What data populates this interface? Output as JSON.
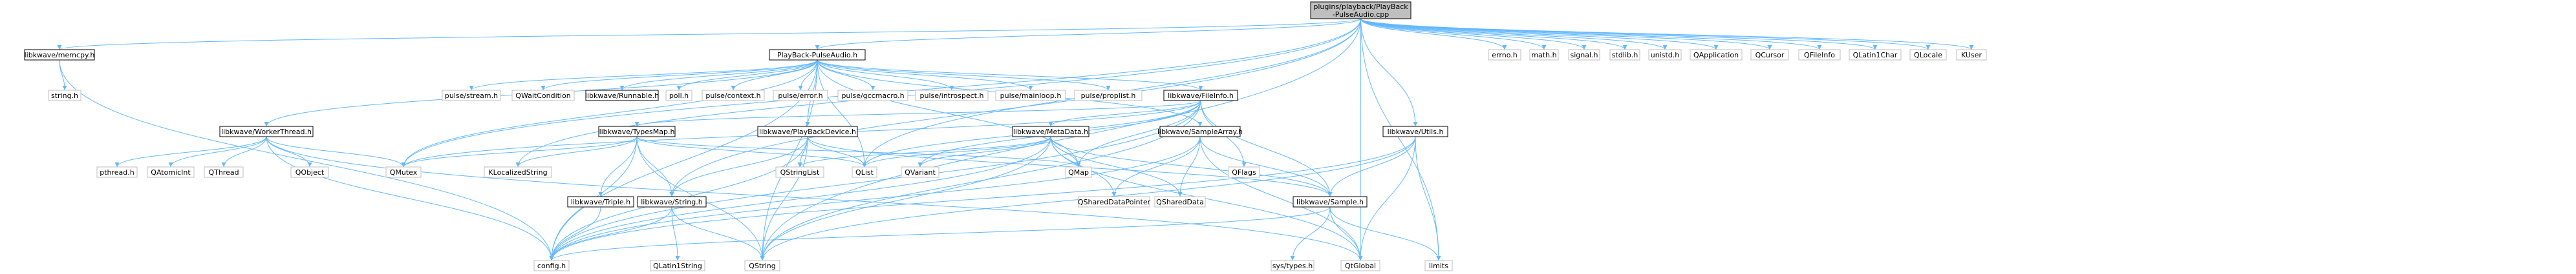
{
  "graph": {
    "nodes": [
      {
        "id": "root",
        "lines": [
          "plugins/playback/PlayBack",
          "-PulseAudio.cpp"
        ],
        "kind": "root"
      },
      {
        "id": "memcpy",
        "lines": [
          "libkwave/memcpy.h"
        ],
        "kind": "doc"
      },
      {
        "id": "string_h",
        "lines": [
          "string.h"
        ],
        "kind": "ext"
      },
      {
        "id": "pbpa",
        "lines": [
          "PlayBack-PulseAudio.h"
        ],
        "kind": "doc"
      },
      {
        "id": "worker",
        "lines": [
          "libkwave/WorkerThread.h"
        ],
        "kind": "doc"
      },
      {
        "id": "pthread",
        "lines": [
          "pthread.h"
        ],
        "kind": "ext"
      },
      {
        "id": "qatomic",
        "lines": [
          "QAtomicInt"
        ],
        "kind": "ext"
      },
      {
        "id": "qthread",
        "lines": [
          "QThread"
        ],
        "kind": "ext"
      },
      {
        "id": "qobject",
        "lines": [
          "QObject"
        ],
        "kind": "ext"
      },
      {
        "id": "qmutex",
        "lines": [
          "QMutex"
        ],
        "kind": "ext"
      },
      {
        "id": "pstream",
        "lines": [
          "pulse/stream.h"
        ],
        "kind": "ext"
      },
      {
        "id": "qwait",
        "lines": [
          "QWaitCondition"
        ],
        "kind": "ext"
      },
      {
        "id": "runnable",
        "lines": [
          "libkwave/Runnable.h"
        ],
        "kind": "doc"
      },
      {
        "id": "poll",
        "lines": [
          "poll.h"
        ],
        "kind": "ext"
      },
      {
        "id": "pcontext",
        "lines": [
          "pulse/context.h"
        ],
        "kind": "ext"
      },
      {
        "id": "perror",
        "lines": [
          "pulse/error.h"
        ],
        "kind": "ext"
      },
      {
        "id": "pgcc",
        "lines": [
          "pulse/gccmacro.h"
        ],
        "kind": "ext"
      },
      {
        "id": "pintro",
        "lines": [
          "pulse/introspect.h"
        ],
        "kind": "ext"
      },
      {
        "id": "pmain",
        "lines": [
          "pulse/mainloop.h"
        ],
        "kind": "ext"
      },
      {
        "id": "pprop",
        "lines": [
          "pulse/proplist.h"
        ],
        "kind": "ext"
      },
      {
        "id": "fileinfo",
        "lines": [
          "libkwave/FileInfo.h"
        ],
        "kind": "doc"
      },
      {
        "id": "typesmap",
        "lines": [
          "libkwave/TypesMap.h"
        ],
        "kind": "doc"
      },
      {
        "id": "pbdevice",
        "lines": [
          "libkwave/PlayBackDevice.h"
        ],
        "kind": "doc"
      },
      {
        "id": "metadata",
        "lines": [
          "libkwave/MetaData.h"
        ],
        "kind": "doc"
      },
      {
        "id": "samplearr",
        "lines": [
          "libkwave/SampleArray.h"
        ],
        "kind": "doc"
      },
      {
        "id": "qflags",
        "lines": [
          "QFlags"
        ],
        "kind": "ext"
      },
      {
        "id": "klocal",
        "lines": [
          "KLocalizedString"
        ],
        "kind": "ext"
      },
      {
        "id": "triple",
        "lines": [
          "libkwave/Triple.h"
        ],
        "kind": "doc"
      },
      {
        "id": "kstring",
        "lines": [
          "libkwave/String.h"
        ],
        "kind": "doc"
      },
      {
        "id": "qstringlist",
        "lines": [
          "QStringList"
        ],
        "kind": "ext"
      },
      {
        "id": "qlist",
        "lines": [
          "QList"
        ],
        "kind": "ext"
      },
      {
        "id": "qvariant",
        "lines": [
          "QVariant"
        ],
        "kind": "ext"
      },
      {
        "id": "qmap",
        "lines": [
          "QMap"
        ],
        "kind": "ext"
      },
      {
        "id": "qshptr",
        "lines": [
          "QSharedDataPointer"
        ],
        "kind": "ext"
      },
      {
        "id": "qshdata",
        "lines": [
          "QSharedData"
        ],
        "kind": "ext"
      },
      {
        "id": "sample",
        "lines": [
          "libkwave/Sample.h"
        ],
        "kind": "doc"
      },
      {
        "id": "utils",
        "lines": [
          "libkwave/Utils.h"
        ],
        "kind": "doc"
      },
      {
        "id": "config",
        "lines": [
          "config.h"
        ],
        "kind": "ext"
      },
      {
        "id": "qlatin1",
        "lines": [
          "QLatin1String"
        ],
        "kind": "ext"
      },
      {
        "id": "qstring",
        "lines": [
          "QString"
        ],
        "kind": "ext"
      },
      {
        "id": "systypes",
        "lines": [
          "sys/types.h"
        ],
        "kind": "ext"
      },
      {
        "id": "qglobal",
        "lines": [
          "QtGlobal"
        ],
        "kind": "ext"
      },
      {
        "id": "limits",
        "lines": [
          "limits"
        ],
        "kind": "ext"
      },
      {
        "id": "errno",
        "lines": [
          "errno.h"
        ],
        "kind": "ext"
      },
      {
        "id": "math",
        "lines": [
          "math.h"
        ],
        "kind": "ext"
      },
      {
        "id": "signal",
        "lines": [
          "signal.h"
        ],
        "kind": "ext"
      },
      {
        "id": "stdlib",
        "lines": [
          "stdlib.h"
        ],
        "kind": "ext"
      },
      {
        "id": "unistd",
        "lines": [
          "unistd.h"
        ],
        "kind": "ext"
      },
      {
        "id": "qapp",
        "lines": [
          "QApplication"
        ],
        "kind": "ext"
      },
      {
        "id": "qcursor",
        "lines": [
          "QCursor"
        ],
        "kind": "ext"
      },
      {
        "id": "qfileinfo",
        "lines": [
          "QFileInfo"
        ],
        "kind": "ext"
      },
      {
        "id": "qlatin1char",
        "lines": [
          "QLatin1Char"
        ],
        "kind": "ext"
      },
      {
        "id": "qlocale",
        "lines": [
          "QLocale"
        ],
        "kind": "ext"
      },
      {
        "id": "kuser",
        "lines": [
          "KUser"
        ],
        "kind": "ext"
      }
    ],
    "edges": [
      [
        "root",
        "memcpy"
      ],
      [
        "root",
        "pbpa"
      ],
      [
        "root",
        "klocal"
      ],
      [
        "root",
        "kstring"
      ],
      [
        "root",
        "utils"
      ],
      [
        "root",
        "errno"
      ],
      [
        "root",
        "math"
      ],
      [
        "root",
        "signal"
      ],
      [
        "root",
        "stdlib"
      ],
      [
        "root",
        "unistd"
      ],
      [
        "root",
        "qapp"
      ],
      [
        "root",
        "qcursor"
      ],
      [
        "root",
        "qfileinfo"
      ],
      [
        "root",
        "qlatin1char"
      ],
      [
        "root",
        "qlocale"
      ],
      [
        "root",
        "kuser"
      ],
      [
        "root",
        "qglobal"
      ],
      [
        "root",
        "limits"
      ],
      [
        "root",
        "qmutex"
      ],
      [
        "root",
        "qlist"
      ],
      [
        "root",
        "qstring"
      ],
      [
        "memcpy",
        "string_h"
      ],
      [
        "memcpy",
        "config"
      ],
      [
        "pbpa",
        "worker"
      ],
      [
        "pbpa",
        "pstream"
      ],
      [
        "pbpa",
        "qwait"
      ],
      [
        "pbpa",
        "runnable"
      ],
      [
        "pbpa",
        "poll"
      ],
      [
        "pbpa",
        "pcontext"
      ],
      [
        "pbpa",
        "perror"
      ],
      [
        "pbpa",
        "pgcc"
      ],
      [
        "pbpa",
        "pintro"
      ],
      [
        "pbpa",
        "pmain"
      ],
      [
        "pbpa",
        "pprop"
      ],
      [
        "pbpa",
        "fileinfo"
      ],
      [
        "pbpa",
        "pbdevice"
      ],
      [
        "pbpa",
        "samplearr"
      ],
      [
        "pbpa",
        "qmutex"
      ],
      [
        "pbpa",
        "qlist"
      ],
      [
        "pbpa",
        "qstring"
      ],
      [
        "pbpa",
        "qmap"
      ],
      [
        "pbpa",
        "config"
      ],
      [
        "worker",
        "pthread"
      ],
      [
        "worker",
        "qatomic"
      ],
      [
        "worker",
        "qthread"
      ],
      [
        "worker",
        "qobject"
      ],
      [
        "worker",
        "qmutex"
      ],
      [
        "worker",
        "config"
      ],
      [
        "worker",
        "qglobal"
      ],
      [
        "fileinfo",
        "typesmap"
      ],
      [
        "fileinfo",
        "metadata"
      ],
      [
        "fileinfo",
        "qflags"
      ],
      [
        "fileinfo",
        "qlist"
      ],
      [
        "fileinfo",
        "qmap"
      ],
      [
        "fileinfo",
        "qstring"
      ],
      [
        "fileinfo",
        "qvariant"
      ],
      [
        "fileinfo",
        "sample"
      ],
      [
        "fileinfo",
        "qmutex"
      ],
      [
        "fileinfo",
        "config"
      ],
      [
        "typesmap",
        "klocal"
      ],
      [
        "typesmap",
        "triple"
      ],
      [
        "typesmap",
        "kstring"
      ],
      [
        "typesmap",
        "qmap"
      ],
      [
        "typesmap",
        "qstring"
      ],
      [
        "typesmap",
        "config"
      ],
      [
        "typesmap",
        "qlist"
      ],
      [
        "typesmap",
        "qmutex"
      ],
      [
        "pbdevice",
        "qstringlist"
      ],
      [
        "pbdevice",
        "qlist"
      ],
      [
        "pbdevice",
        "qstring"
      ],
      [
        "pbdevice",
        "sample"
      ],
      [
        "pbdevice",
        "config"
      ],
      [
        "pbdevice",
        "kstring"
      ],
      [
        "metadata",
        "qlist"
      ],
      [
        "metadata",
        "qmap"
      ],
      [
        "metadata",
        "qshptr"
      ],
      [
        "metadata",
        "qshdata"
      ],
      [
        "metadata",
        "qvariant"
      ],
      [
        "metadata",
        "qstring"
      ],
      [
        "metadata",
        "config"
      ],
      [
        "metadata",
        "qstringlist"
      ],
      [
        "metadata",
        "qglobal"
      ],
      [
        "metadata",
        "sample"
      ],
      [
        "samplearr",
        "qshptr"
      ],
      [
        "samplearr",
        "qshdata"
      ],
      [
        "samplearr",
        "sample"
      ],
      [
        "samplearr",
        "config"
      ],
      [
        "samplearr",
        "qglobal"
      ],
      [
        "triple",
        "config"
      ],
      [
        "kstring",
        "config"
      ],
      [
        "kstring",
        "qlatin1"
      ],
      [
        "kstring",
        "qstring"
      ],
      [
        "sample",
        "systypes"
      ],
      [
        "sample",
        "qglobal"
      ],
      [
        "sample",
        "limits"
      ],
      [
        "sample",
        "config"
      ],
      [
        "utils",
        "sample"
      ],
      [
        "utils",
        "qglobal"
      ],
      [
        "utils",
        "limits"
      ],
      [
        "utils",
        "config"
      ],
      [
        "utils",
        "qstring"
      ]
    ]
  }
}
